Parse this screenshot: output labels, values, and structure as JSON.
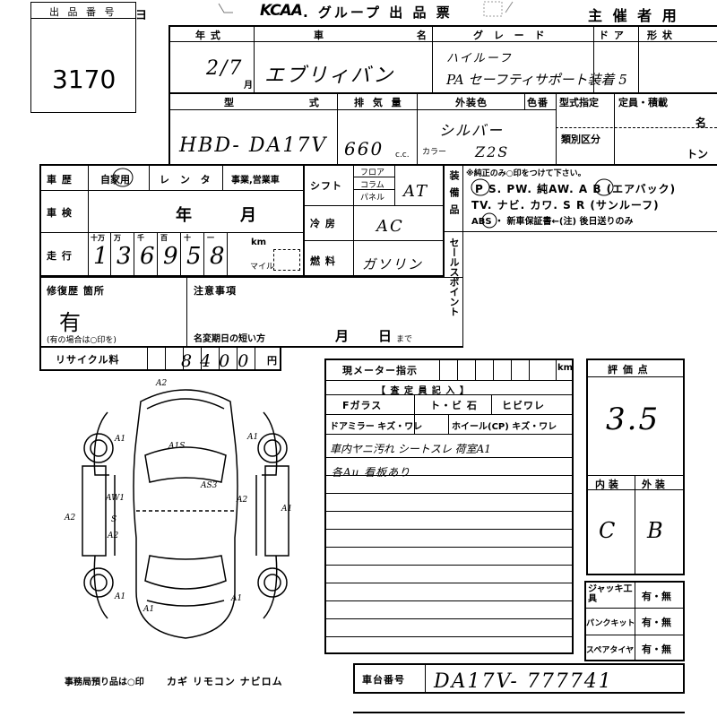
{
  "lot": {
    "label": "出 品 番 号",
    "number": "3170"
  },
  "header": {
    "brand": "KCAA",
    "title": ". グループ 出 品 票",
    "organizer": "主 催 者 用"
  },
  "top": {
    "year_label": "年 式",
    "name_label": "車 名",
    "grade_label": "グ レ ー ド",
    "door_label": "ド ア",
    "form_label": "形 状",
    "year_value": "2/7",
    "month_unit": "月",
    "name_value": "エブリィバン",
    "grade_line1": "ハイルーフ",
    "grade_line2": "PA セーフティサポート装着 5"
  },
  "model": {
    "model_label": "型 式",
    "disp_label": "排 気 量",
    "color_label": "外装色",
    "color_no_label": "色番",
    "cert_label": "型式指定",
    "capacity_label": "定員・積載",
    "category_label": "類別区分",
    "model_value": "HBD- DA17V",
    "disp_value": "660",
    "cc": "c.c.",
    "color_value": "シルバー",
    "color_code_label": "カラー",
    "color_code_value": "Z2S",
    "seat_unit": "名",
    "ton_unit": "トン"
  },
  "history": {
    "label": "車 歴",
    "own": "自家用",
    "rental": "レ ン タ",
    "business": "事業,営業車",
    "inspection_label": "車 検",
    "year": "年",
    "month": "月",
    "mileage_label": "走 行",
    "digit_headers": [
      "十万",
      "万",
      "千",
      "百",
      "十",
      "一"
    ],
    "mileage_digits": [
      "1",
      "3",
      "6",
      "9",
      "5",
      "8"
    ],
    "km": "km",
    "mile": "マイル"
  },
  "shift": {
    "label": "シフト",
    "floor": "フロア",
    "column": "コラム",
    "panel": "パネル",
    "value": "AT"
  },
  "ac": {
    "label": "冷 房",
    "value": "AC"
  },
  "fuel": {
    "label": "燃 料",
    "value": "ガソリン"
  },
  "equip": {
    "label": "装備品",
    "note": "※純正のみ○印をつけて下さい。",
    "line1": "P S. PW. 純AW. A B (エアバック)",
    "line2": "TV. ナビ. カワ. S R (サンルーフ)",
    "line3": "ABS ・ 新車保証書←(注) 後日送りのみ"
  },
  "sale_point": {
    "label": "セールスポイント"
  },
  "repair": {
    "label": "修復歴 箇所",
    "value": "有",
    "note": "(有の場合は○印を)"
  },
  "caution": {
    "label": "注意事項",
    "deadline": "名変期日の短い方",
    "month": "月",
    "day": "日",
    "until": "まで"
  },
  "recycle": {
    "label": "リサイクル料",
    "value": "8400",
    "unit": "円"
  },
  "meter": {
    "label": "現メーター指示",
    "unit": "km"
  },
  "inspector": {
    "title": "【 査 定 員 記 入 】",
    "fglass": "Fガラス",
    "fglass_opt": "ト・ビ 石",
    "fglass_opt2": "ヒビワレ",
    "mirror": "ドアミラー キズ・ワレ",
    "wheel": "ホイール(CP) キズ・ワレ",
    "note1": "車内ヤニ汚れ シートスレ 荷室A1",
    "note2": "各Au 看板あり"
  },
  "score": {
    "label": "評 価 点",
    "value": "3.5",
    "interior_label": "内 装",
    "exterior_label": "外 装",
    "interior": "C",
    "exterior": "B"
  },
  "tools": {
    "jack": "ジャッキ工具",
    "jack_val": "有・無",
    "puncture": "パンクキット",
    "puncture_val": "有・無",
    "spare": "スペアタイヤ",
    "spare_val": "有・無"
  },
  "office": {
    "label": "事務局預り品は○印",
    "items": "カギ リモコン ナビロム"
  },
  "chassis": {
    "label": "車台番号",
    "value": "DA17V- 777741"
  },
  "damage": {
    "marks": [
      "A2",
      "A1S",
      "A1",
      "A2",
      "A2",
      "A1",
      "A1",
      "A1",
      "A2",
      "A1",
      "A1"
    ],
    "areas": [
      "AW1",
      "S",
      "AS3"
    ]
  }
}
